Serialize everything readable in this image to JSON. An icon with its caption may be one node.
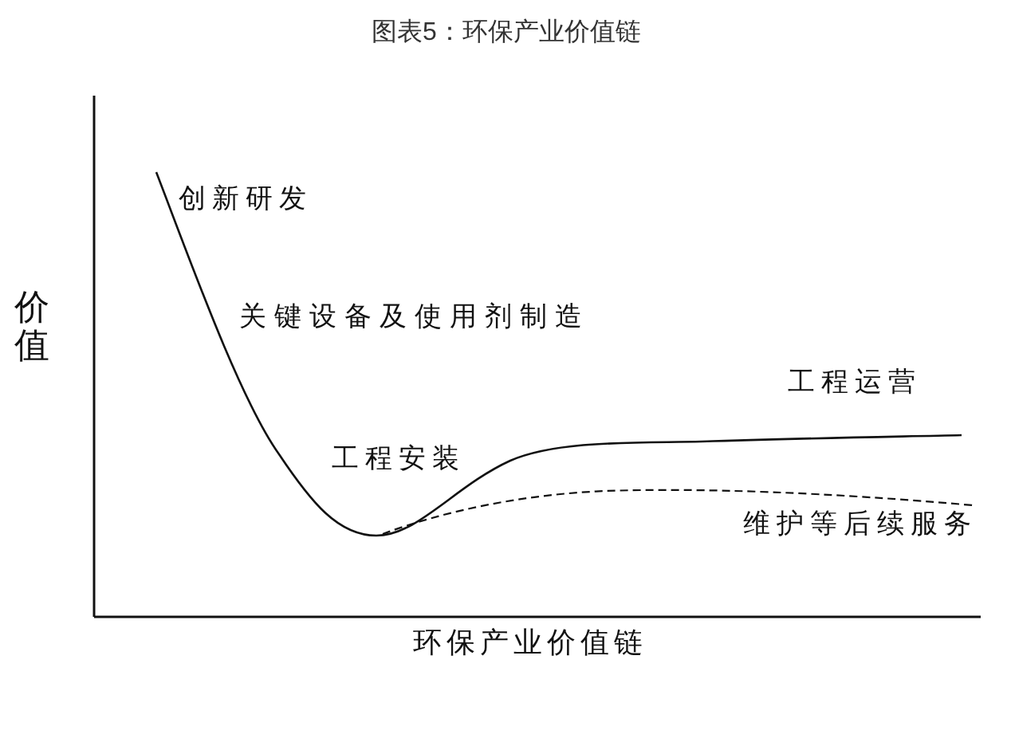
{
  "diagram": {
    "title": "图表5：环保产业价值链",
    "labels": [
      "价值",
      "创新研发",
      "关键设备及使用剂制造",
      "工程安装",
      "工程运营",
      "维护等后续服务",
      "环保产业价值链"
    ]
  }
}
